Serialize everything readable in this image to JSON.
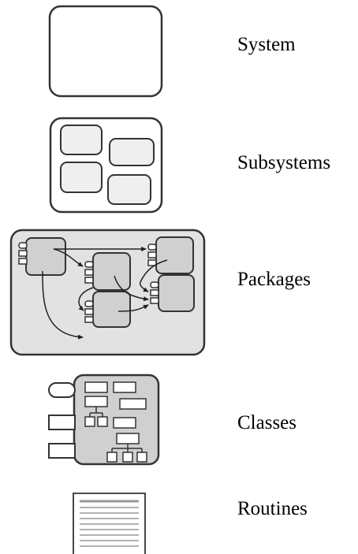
{
  "levels": [
    {
      "label": "System",
      "icon": "system-box-icon"
    },
    {
      "label": "Subsystems",
      "icon": "subsystems-icon"
    },
    {
      "label": "Packages",
      "icon": "packages-icon"
    },
    {
      "label": "Classes",
      "icon": "classes-icon"
    },
    {
      "label": "Routines",
      "icon": "routine-document-icon"
    }
  ],
  "colors": {
    "stroke": "#333333",
    "fill_light": "#efefef",
    "fill_gray": "#d0d0d0",
    "packages_bg": "#e2e2e2",
    "routine_lines": "#999999"
  }
}
